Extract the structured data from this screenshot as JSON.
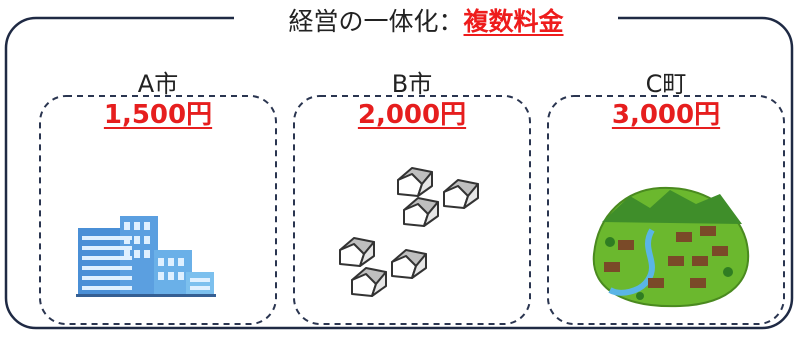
{
  "title": {
    "prefix": "経営の一体化：",
    "highlight": "複数料金"
  },
  "municipalities": [
    {
      "name": "A市",
      "fee": "1,500円",
      "icon": "city-buildings-icon"
    },
    {
      "name": "B市",
      "fee": "2,000円",
      "icon": "scattered-houses-icon"
    },
    {
      "name": "C町",
      "fee": "3,000円",
      "icon": "rural-village-icon"
    }
  ],
  "colors": {
    "accent": "#e61e1e",
    "frame": "#1f2a44",
    "dashed": "#2a3550"
  }
}
